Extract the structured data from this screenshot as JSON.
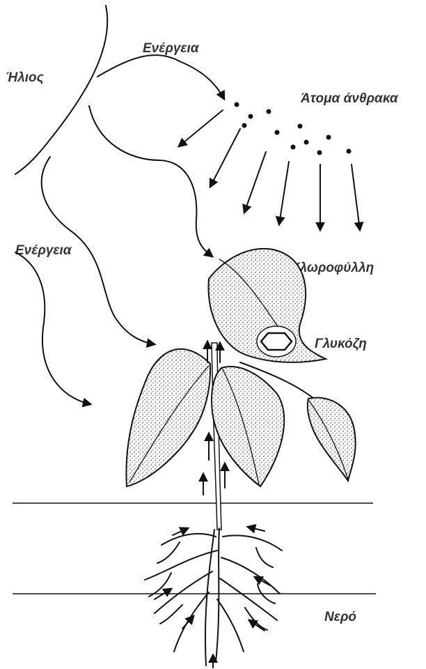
{
  "labels": {
    "sun": "Ήλιος",
    "energy_top": "Ενέργεια",
    "energy_left": "Ενέργεια",
    "carbon_atoms": "Άτομα άνθρακα",
    "chlorophyll": "Χλωροφύλλη",
    "glucose": "Γλυκόζη",
    "water": "Νερό"
  },
  "colors": {
    "ink": "#111111",
    "label": "#333333"
  }
}
